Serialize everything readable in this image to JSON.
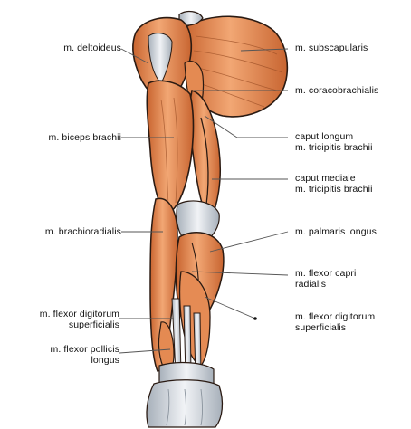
{
  "diagram": {
    "left_labels": [
      {
        "id": "deltoideus",
        "lines": [
          "m. deltoideus"
        ]
      },
      {
        "id": "biceps",
        "lines": [
          "m. biceps brachii"
        ]
      },
      {
        "id": "brachioradialis",
        "lines": [
          "m. brachioradialis"
        ]
      },
      {
        "id": "flexor-digitorum-left",
        "lines": [
          "m. flexor digitorum",
          "superficialis"
        ]
      },
      {
        "id": "flexor-pollicis",
        "lines": [
          "m. flexor pollicis",
          "longus"
        ]
      }
    ],
    "right_labels": [
      {
        "id": "subscapularis",
        "lines": [
          "m. subscapularis"
        ]
      },
      {
        "id": "coracobrachialis",
        "lines": [
          "m. coracobrachialis"
        ]
      },
      {
        "id": "triceps-longum",
        "lines": [
          "caput longum",
          "m. tricipitis brachii"
        ]
      },
      {
        "id": "triceps-mediale",
        "lines": [
          "caput mediale",
          "m. tricipitis brachii"
        ]
      },
      {
        "id": "palmaris",
        "lines": [
          "m. palmaris longus"
        ]
      },
      {
        "id": "flexor-capri",
        "lines": [
          "m. flexor capri",
          "radialis"
        ]
      },
      {
        "id": "flexor-digitorum-right",
        "lines": [
          "m. flexor digitorum",
          "superficialis"
        ]
      }
    ],
    "colors": {
      "muscle": "#e0874f",
      "muscle_light": "#f0a56f",
      "muscle_dark": "#b85a2a",
      "tendon": "#dde2e8",
      "tendon_shade": "#9aa3ad",
      "outline": "#2a1a12",
      "leader": "#555555"
    }
  }
}
